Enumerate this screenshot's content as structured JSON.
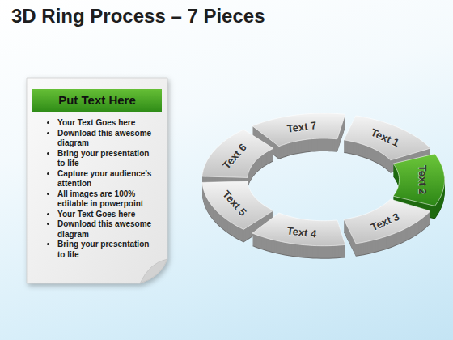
{
  "diagram": {
    "title": "3D Ring Process – 7 Pieces",
    "nodes": [
      {
        "text": [
          "Put Text Here",
          "Your Text Goes here",
          "Download this awesome diagram",
          "Bring your presentation to life",
          "Capture your audience’s attention",
          "All images are 100% editable in powerpoint",
          "Your Text Goes here",
          "Download this awesome diagram",
          "Bring your presentation to life"
        ]
      },
      {
        "text": [
          "Text 1"
        ]
      },
      {
        "text": [
          "Text 2"
        ]
      },
      {
        "text": [
          "Text 3"
        ]
      },
      {
        "text": [
          "Text 4"
        ]
      },
      {
        "text": [
          "Text 5"
        ]
      },
      {
        "text": [
          "Text 6"
        ]
      },
      {
        "text": [
          "Text 7"
        ]
      }
    ]
  }
}
